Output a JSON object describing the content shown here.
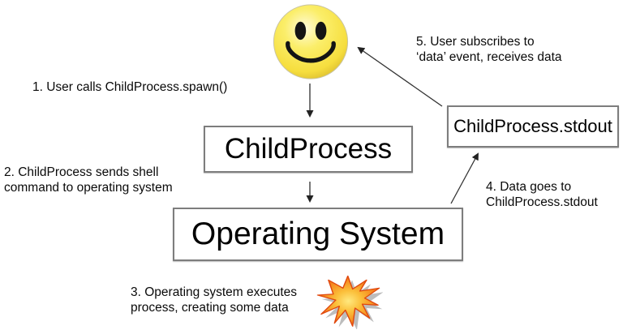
{
  "nodes": {
    "child_process": "ChildProcess",
    "operating_system": "Operating System",
    "stdout": "ChildProcess.stdout"
  },
  "labels": {
    "step1": "1. User calls ChildProcess.spawn()",
    "step2": "2. ChildProcess sends shell\ncommand to operating system",
    "step3": "3. Operating system executes\nprocess, creating some data",
    "step4": "4. Data goes to\nChildProcess.stdout",
    "step5": "5. User subscribes to\n‘data’ event, receives data"
  },
  "icons": {
    "user": "smiley-face-icon",
    "data_event": "explosion-burst-icon"
  },
  "colors": {
    "background": "#FFFFFF",
    "box_border": "#7D7D7D",
    "text": "#0A0A0A",
    "arrow": "#333333",
    "smiley_yellow": "#F9E13E",
    "smiley_highlight": "#FFFBDC",
    "smiley_rim": "#D3B32A",
    "explosion_orange": "#F4731C",
    "explosion_yellow": "#FFE97F",
    "explosion_red": "#E0490F",
    "explosion_shadow": "#9A9A9A"
  }
}
